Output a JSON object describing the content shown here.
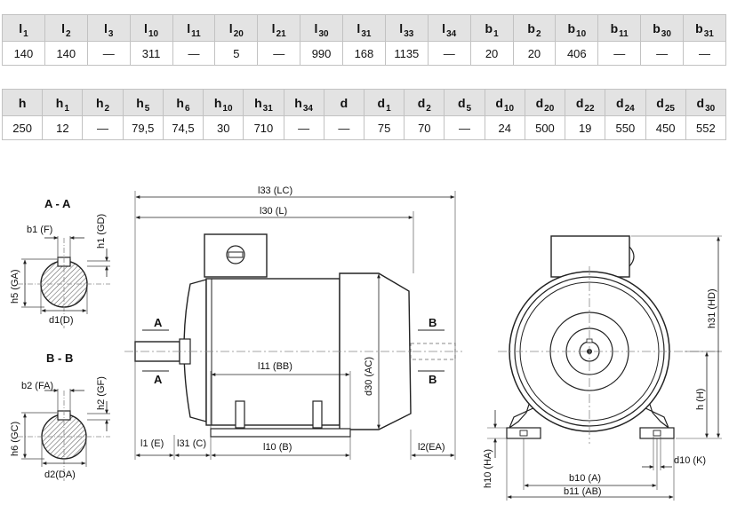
{
  "table1": {
    "headers": [
      {
        "b": "l",
        "s": "1"
      },
      {
        "b": "l",
        "s": "2"
      },
      {
        "b": "l",
        "s": "3"
      },
      {
        "b": "l",
        "s": "10"
      },
      {
        "b": "l",
        "s": "11"
      },
      {
        "b": "l",
        "s": "20"
      },
      {
        "b": "l",
        "s": "21"
      },
      {
        "b": "l",
        "s": "30"
      },
      {
        "b": "l",
        "s": "31"
      },
      {
        "b": "l",
        "s": "33"
      },
      {
        "b": "l",
        "s": "34"
      },
      {
        "b": "b",
        "s": "1"
      },
      {
        "b": "b",
        "s": "2"
      },
      {
        "b": "b",
        "s": "10"
      },
      {
        "b": "b",
        "s": "11"
      },
      {
        "b": "b",
        "s": "30"
      },
      {
        "b": "b",
        "s": "31"
      }
    ],
    "values": [
      "140",
      "140",
      "—",
      "311",
      "—",
      "5",
      "—",
      "990",
      "168",
      "1135",
      "—",
      "20",
      "20",
      "406",
      "—",
      "—",
      "—"
    ]
  },
  "table2": {
    "headers": [
      {
        "b": "h",
        "s": ""
      },
      {
        "b": "h",
        "s": "1"
      },
      {
        "b": "h",
        "s": "2"
      },
      {
        "b": "h",
        "s": "5"
      },
      {
        "b": "h",
        "s": "6"
      },
      {
        "b": "h",
        "s": "10"
      },
      {
        "b": "h",
        "s": "31"
      },
      {
        "b": "h",
        "s": "34"
      },
      {
        "b": "d",
        "s": ""
      },
      {
        "b": "d",
        "s": "1"
      },
      {
        "b": "d",
        "s": "2"
      },
      {
        "b": "d",
        "s": "5"
      },
      {
        "b": "d",
        "s": "10"
      },
      {
        "b": "d",
        "s": "20"
      },
      {
        "b": "d",
        "s": "22"
      },
      {
        "b": "d",
        "s": "24"
      },
      {
        "b": "d",
        "s": "25"
      },
      {
        "b": "d",
        "s": "30"
      }
    ],
    "values": [
      "250",
      "12",
      "—",
      "79,5",
      "74,5",
      "30",
      "710",
      "—",
      "—",
      "75",
      "70",
      "—",
      "24",
      "500",
      "19",
      "550",
      "450",
      "552"
    ]
  },
  "labels": {
    "section_aa": "A - A",
    "section_bb": "B - B",
    "b1": "b1 (F)",
    "h1": "h1 (GD)",
    "h5": "h5 (GA)",
    "d1": "d1(D)",
    "b2": "b2 (FA)",
    "h2": "h2 (GF)",
    "h6": "h6 (GC)",
    "d2": "d2(DA)",
    "l33": "l33 (LC)",
    "l30": "l30 (L)",
    "l11": "l11 (BB)",
    "d30": "d30 (AC)",
    "l1": "l1 (E)",
    "l31": "l31 (C)",
    "l10": "l10 (B)",
    "l2": "l2(EA)",
    "a": "A",
    "b": "B",
    "h31": "h31 (HD)",
    "h": "h (H)",
    "h10": "h10 (HA)",
    "b10": "b10 (A)",
    "b11": "b11 (AB)",
    "d10": "d10 (K)"
  }
}
